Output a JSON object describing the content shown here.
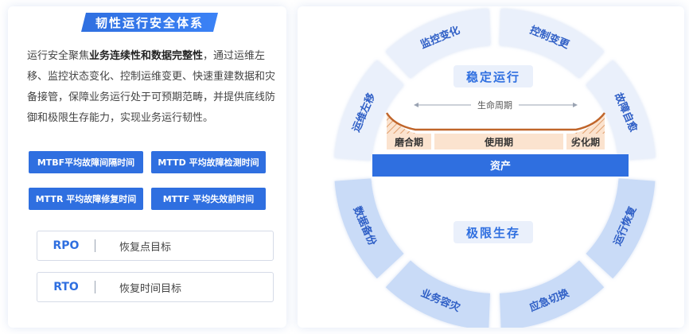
{
  "left": {
    "title": "韧性运行安全体系",
    "desc": {
      "p1": "运行安全聚焦",
      "bold": "业务连续性和数据完整性",
      "p2": "，通过运维左移、监控状态变化、控制运维变更、快速重建数据和灾备接管，保障业务运行处于可预期范畴，并提供底线防御和极限生存能力，实现业务运行韧性。"
    },
    "metrics": [
      "MTBF平均故障间隔时间",
      "MTTD 平均故障检测时间",
      "MTTR 平均故障修复时间",
      "MTTF 平均失效前时间"
    ],
    "kv": [
      {
        "key": "RPO",
        "value": "恢复点目标"
      },
      {
        "key": "RTO",
        "value": "恢复时间目标"
      }
    ]
  },
  "ring": {
    "top_segments": [
      "运维左移",
      "监控变化",
      "控制变更",
      "故障自愈"
    ],
    "bottom_segments": [
      "数据备份",
      "业务容灾",
      "应急切换",
      "运行恢复"
    ],
    "stable_label": "稳定运行",
    "limit_label": "极限生存",
    "lifecycle_label": "生命周期",
    "phases": [
      "磨合期",
      "使用期",
      "劣化期"
    ],
    "asset_label": "资产"
  },
  "colors": {
    "primary": "#2f6fe0",
    "ring_top": "#eaf0fb",
    "ring_bottom": "#c9dbf7",
    "ring_text": "#2f5fc6",
    "phase_bg": "#fbe3cf",
    "curve": "#c0652a"
  }
}
